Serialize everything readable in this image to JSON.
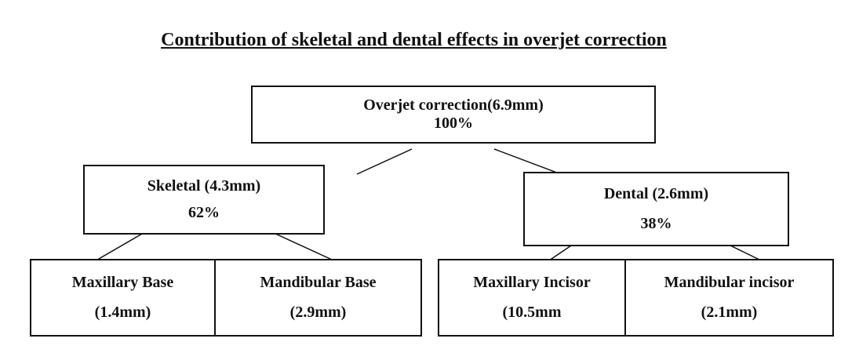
{
  "title": "Contribution of skeletal and dental effects  in overjet correction",
  "root": {
    "label": "Overjet correction(6.9mm)",
    "percent": "100%"
  },
  "skeletal": {
    "label": "Skeletal (4.3mm)",
    "percent": "62%",
    "children": [
      {
        "label": "Maxillary Base",
        "value": "(1.4mm)"
      },
      {
        "label": "Mandibular Base",
        "value": "(2.9mm)"
      }
    ]
  },
  "dental": {
    "label": "Dental (2.6mm)",
    "percent": "38%",
    "children": [
      {
        "label": "Maxillary Incisor",
        "value": "(10.5mm"
      },
      {
        "label": "Mandibular incisor",
        "value": "(2.1mm)"
      }
    ]
  }
}
